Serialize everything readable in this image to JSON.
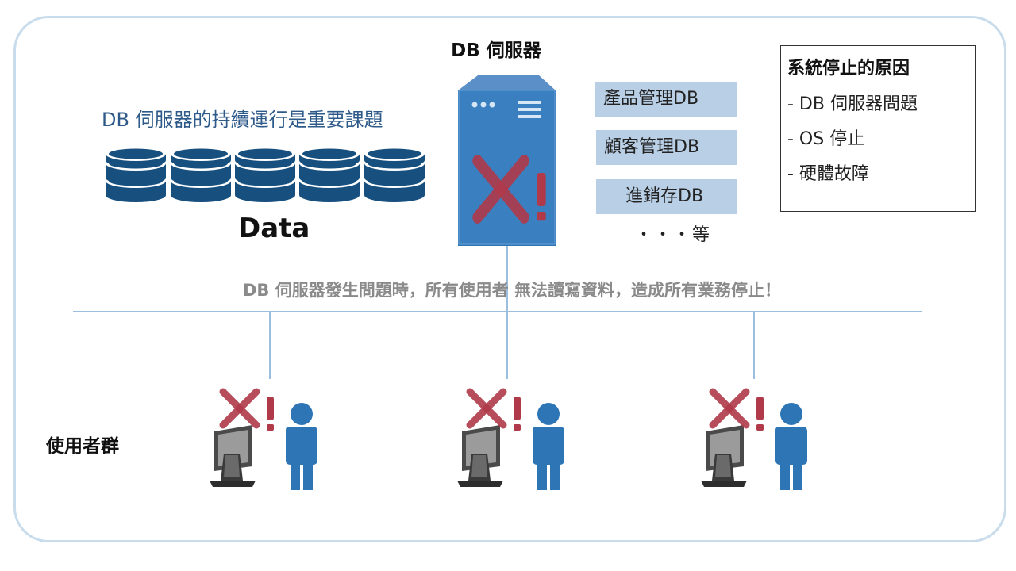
{
  "server_title": "DB 伺服器",
  "subtitle": "DB 伺服器的持續運行是重要課題",
  "data_label": "Data",
  "databases": [
    "產品管理DB",
    "顧客管理DB",
    "進銷存DB"
  ],
  "databases_more": "・・・等",
  "reasons": {
    "title": "系統停止的原因",
    "items": [
      "- DB 伺服器問題",
      "- OS 停止",
      "- 硬體故障"
    ]
  },
  "message": "DB 伺服器發生問題時，所有使用者  無法讀寫資料，造成所有業務停止！",
  "users_label": "使用者群",
  "icons": [
    "database-cylinder-icon",
    "server-tower-icon",
    "error-x-icon",
    "exclamation-icon",
    "monitor-icon",
    "user-person-icon"
  ],
  "colors": {
    "accent_blue": "#2e75b6",
    "db_blue": "#17507f",
    "error_red": "#b03a4a",
    "box_fill": "#b9cfe6",
    "line": "#9dbfdf"
  }
}
